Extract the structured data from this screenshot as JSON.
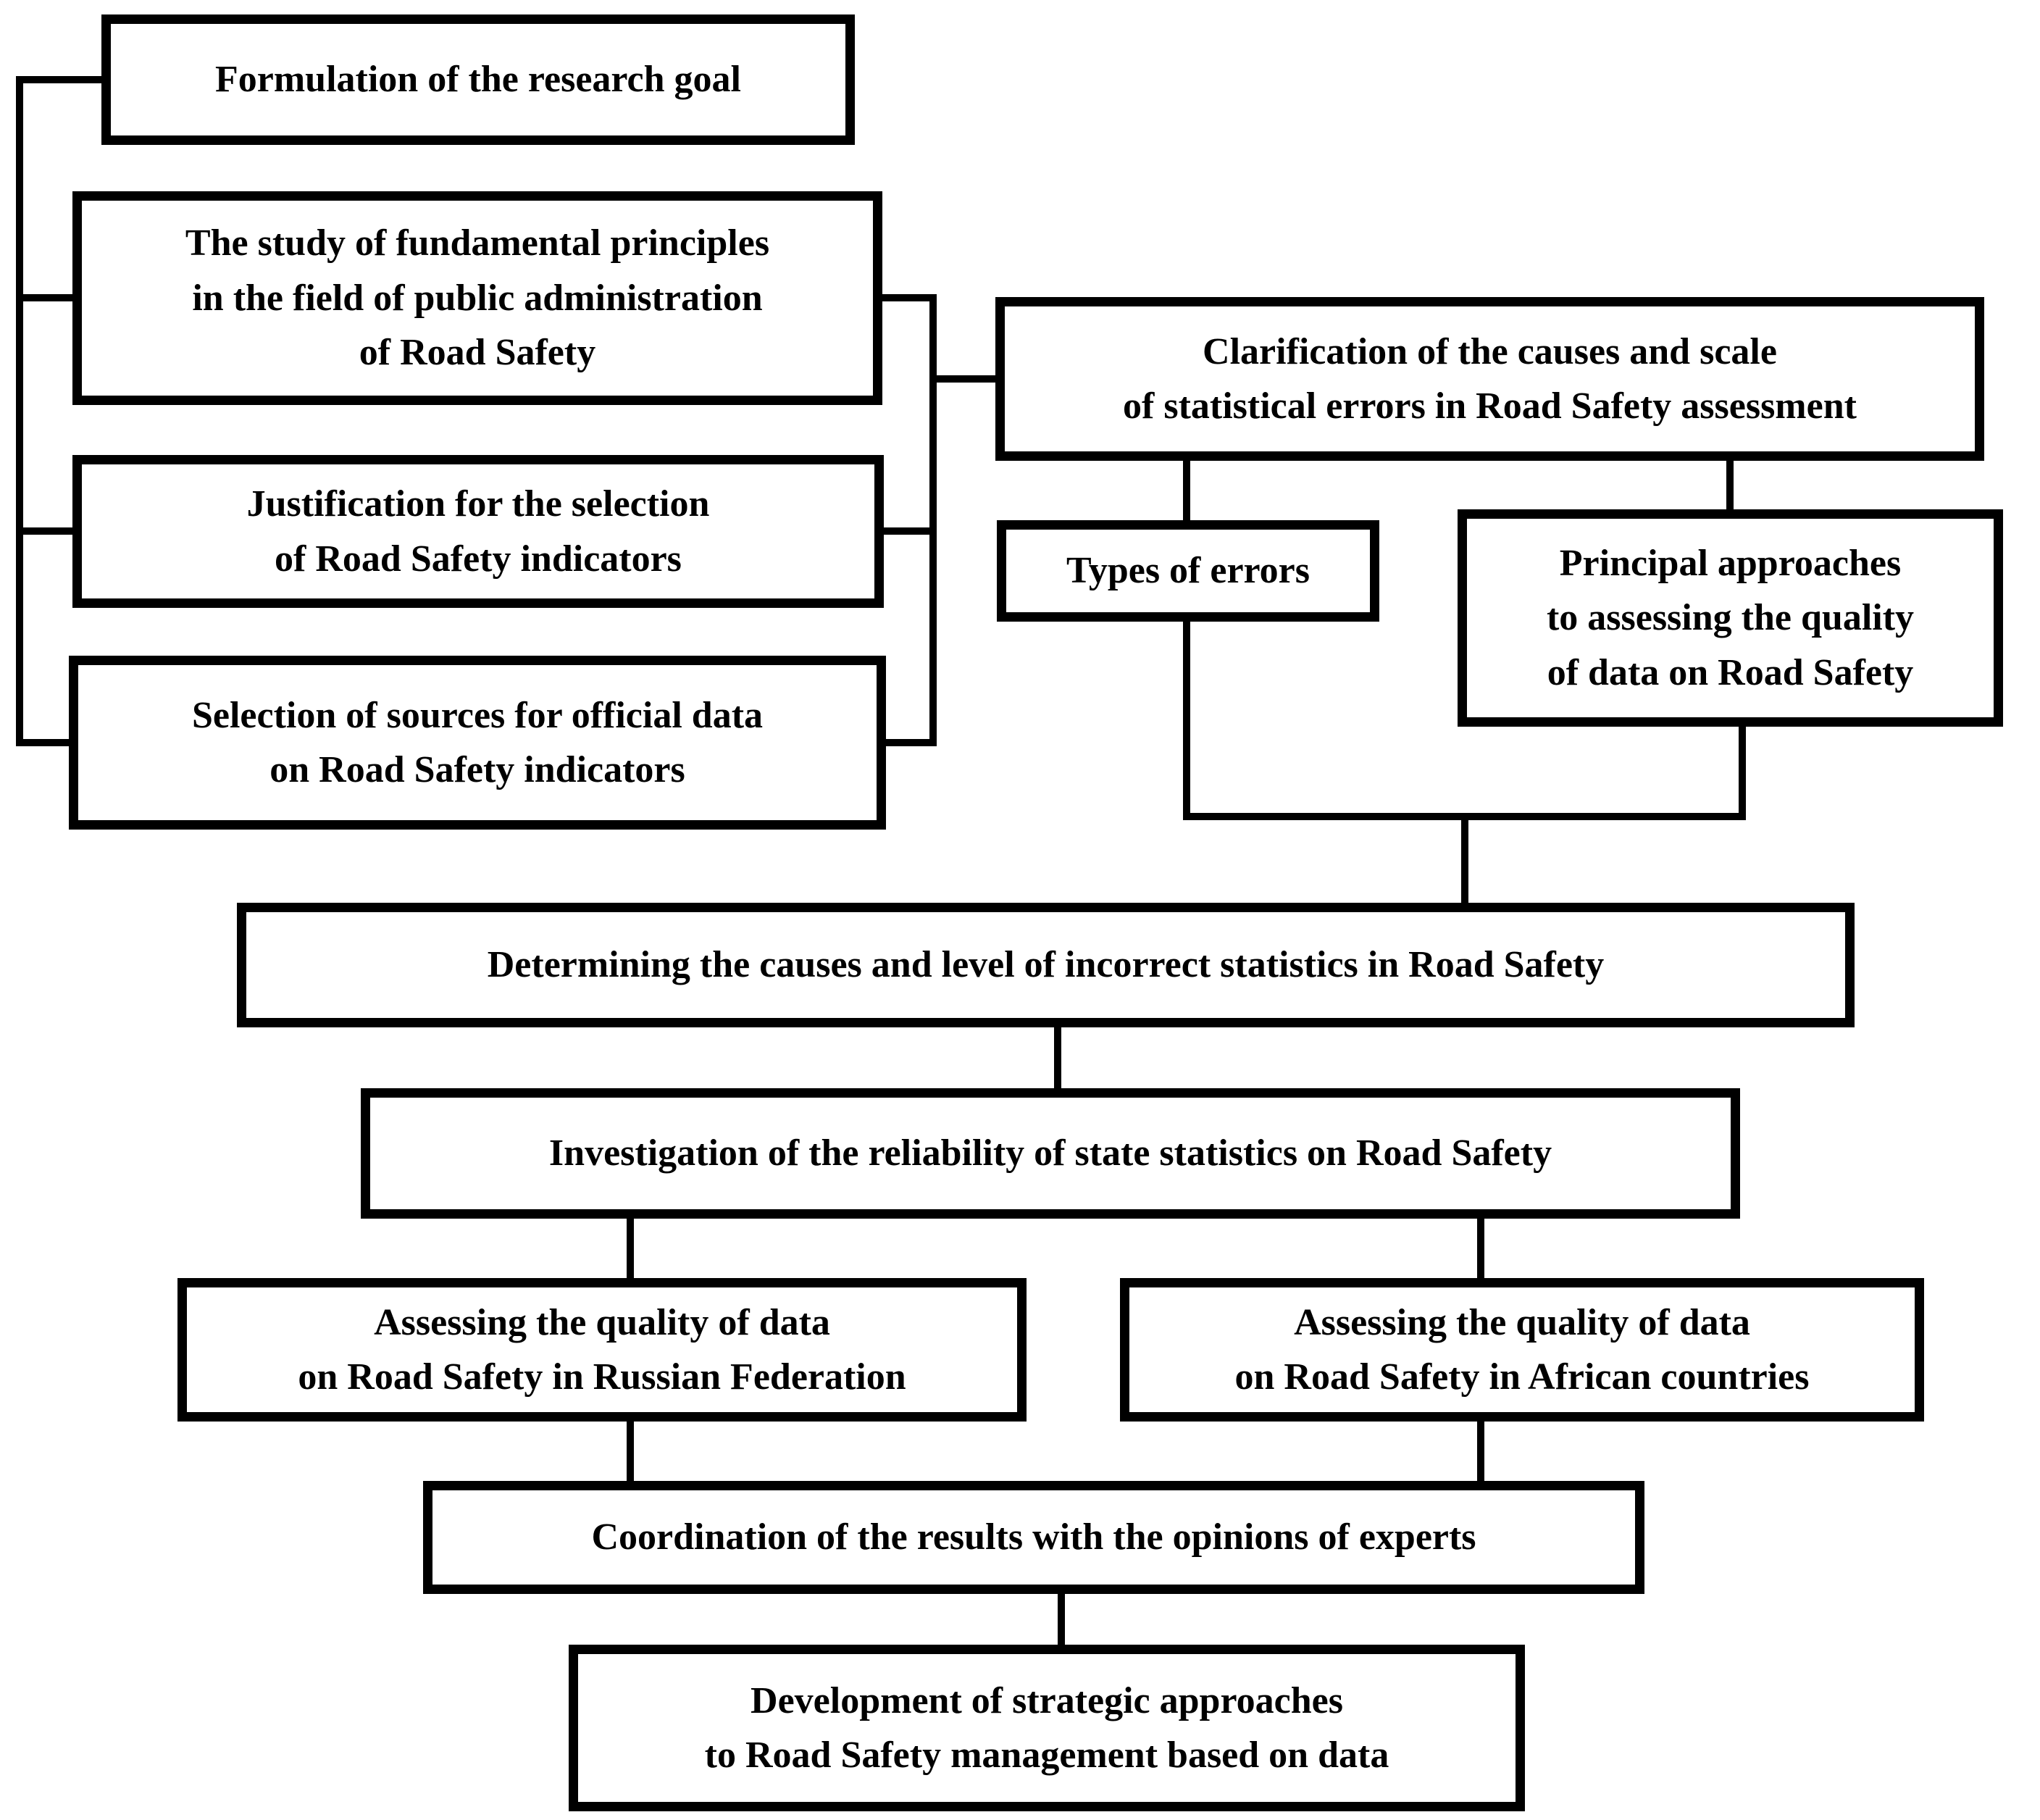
{
  "page": {
    "background_color": "#ffffff",
    "ink_color": "#000000"
  },
  "flowchart": {
    "boxes": {
      "formulation": {
        "label": "Formulation of the research goal"
      },
      "study": {
        "label": "The study of fundamental principles\nin the field of public administration\nof Road Safety"
      },
      "justification": {
        "label": "Justification for the selection\nof Road Safety indicators"
      },
      "selection": {
        "label": "Selection of sources for official data\non Road Safety indicators"
      },
      "clarification": {
        "label": "Clarification of the causes and scale\nof statistical errors in Road Safety assessment"
      },
      "types_of_errors": {
        "label": "Types of errors"
      },
      "principal_approaches": {
        "label": "Principal approaches\nto assessing the quality\nof data on Road Safety"
      },
      "determining": {
        "label": "Determining the causes and level of incorrect statistics in Road Safety"
      },
      "investigation": {
        "label": "Investigation of the reliability of state statistics on Road Safety"
      },
      "assessing_russia": {
        "label": "Assessing the quality of data\non Road Safety in Russian Federation"
      },
      "assessing_africa": {
        "label": "Assessing the quality of data\non Road Safety in African countries"
      },
      "coordination": {
        "label": "Coordination of the results with the opinions of experts"
      },
      "development": {
        "label": "Development of strategic approaches\nto Road Safety management based on data"
      }
    },
    "edges": [
      {
        "group": [
          "formulation",
          "study",
          "justification",
          "selection"
        ],
        "type": "left-rail"
      },
      {
        "from": [
          "study",
          "justification",
          "selection"
        ],
        "to": "clarification"
      },
      {
        "from": "clarification",
        "to": [
          "types_of_errors",
          "principal_approaches"
        ]
      },
      {
        "from": [
          "types_of_errors",
          "principal_approaches"
        ],
        "to": "determining"
      },
      {
        "from": "determining",
        "to": "investigation"
      },
      {
        "from": "investigation",
        "to": [
          "assessing_russia",
          "assessing_africa"
        ]
      },
      {
        "from": [
          "assessing_russia",
          "assessing_africa"
        ],
        "to": "coordination"
      },
      {
        "from": "coordination",
        "to": "development"
      }
    ]
  }
}
